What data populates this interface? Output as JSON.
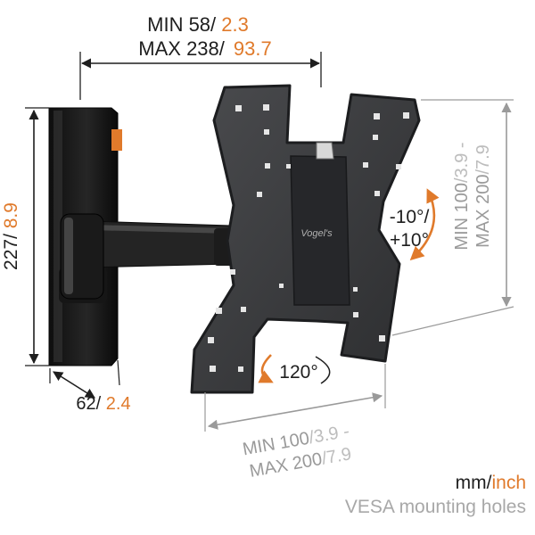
{
  "colors": {
    "accent": "#e07a2b",
    "dark": "#1e1e1e",
    "grey": "#9a9a9a",
    "mount": "#3a3b3d",
    "mount_dark": "#202123"
  },
  "dims": {
    "top": {
      "min_label": "MIN 58/",
      "min_inch": " 2.3",
      "max_label": "MAX 238/",
      "max_inch": "93.7"
    },
    "height": {
      "mm": "227/",
      "inch": " 8.9"
    },
    "depth": {
      "mm": "62/",
      "inch": " 2.4"
    },
    "vesa_vertical": {
      "line1_gray": "MIN 100",
      "line1_light": "/3.9 -",
      "line2_gray": "MAX 200",
      "line2_light": "/7.9"
    },
    "vesa_horizontal": {
      "line1_gray": "MIN 100",
      "line1_light": "/3.9 -",
      "line2_gray": "MAX 200",
      "line2_light": "/7.9"
    }
  },
  "rotation": {
    "tilt_neg": "-10°/",
    "tilt_pos": "+10°",
    "swivel": "120°"
  },
  "logo": "Vogel's",
  "legend": {
    "mm": "mm/",
    "inch": "inch",
    "caption": "VESA mounting holes"
  }
}
